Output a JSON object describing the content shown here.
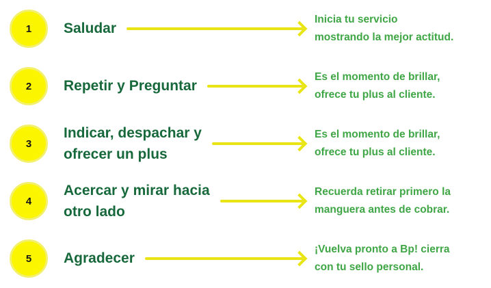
{
  "colors": {
    "background": "#ffffff",
    "badge_fill": "#fbf500",
    "badge_ring": "#f3f06e",
    "badge_number": "#141414",
    "title_green": "#17693c",
    "description_green": "#3fa645",
    "arrow_yellow": "#e9e414"
  },
  "steps": [
    {
      "number": "1",
      "title": "Saludar",
      "description": "Inicia tu servicio\nmostrando la mejor actitud."
    },
    {
      "number": "2",
      "title": "Repetir y Preguntar",
      "description": "Es el momento de brillar,\nofrece tu plus al cliente."
    },
    {
      "number": "3",
      "title": "Indicar, despachar y\nofrecer un plus",
      "description": "Es el momento de brillar,\nofrece tu plus al cliente."
    },
    {
      "number": "4",
      "title": "Acercar y mirar hacia\notro lado",
      "description": "Recuerda retirar primero la\nmanguera antes de cobrar."
    },
    {
      "number": "5",
      "title": "Agradecer",
      "description": "¡Vuelva pronto a Bp! cierra\ncon tu sello personal."
    }
  ]
}
